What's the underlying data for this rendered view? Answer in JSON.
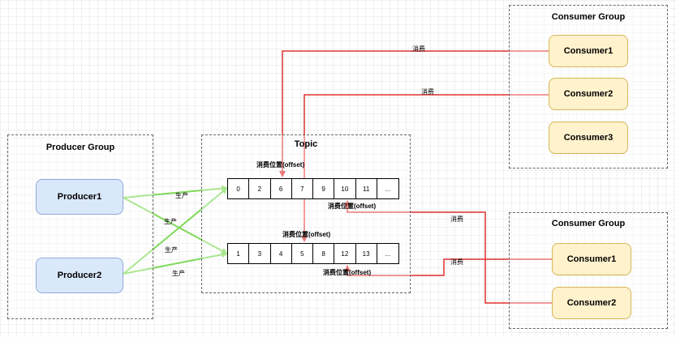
{
  "producer_group": {
    "title": "Producer Group",
    "producers": [
      "Producer1",
      "Producer2"
    ]
  },
  "topic": {
    "title": "Topic",
    "queue1": [
      "0",
      "2",
      "6",
      "7",
      "9",
      "10",
      "11",
      "..."
    ],
    "queue2": [
      "1",
      "3",
      "4",
      "5",
      "8",
      "12",
      "13",
      "..."
    ]
  },
  "consumer_group_top": {
    "title": "Consumer Group",
    "consumers": [
      "Consumer1",
      "Consumer2",
      "Consumer3"
    ]
  },
  "consumer_group_bottom": {
    "title": "Consumer Group",
    "consumers": [
      "Consumer1",
      "Consumer2"
    ]
  },
  "labels": {
    "produce": "生产",
    "consume": "消费",
    "offset": "消费位置(offset)"
  },
  "colors": {
    "produce_arrow": "#7ed957",
    "consume_arrow": "#e03030",
    "producer_fill": "#dae8fc",
    "consumer_fill": "#fff2cc"
  }
}
